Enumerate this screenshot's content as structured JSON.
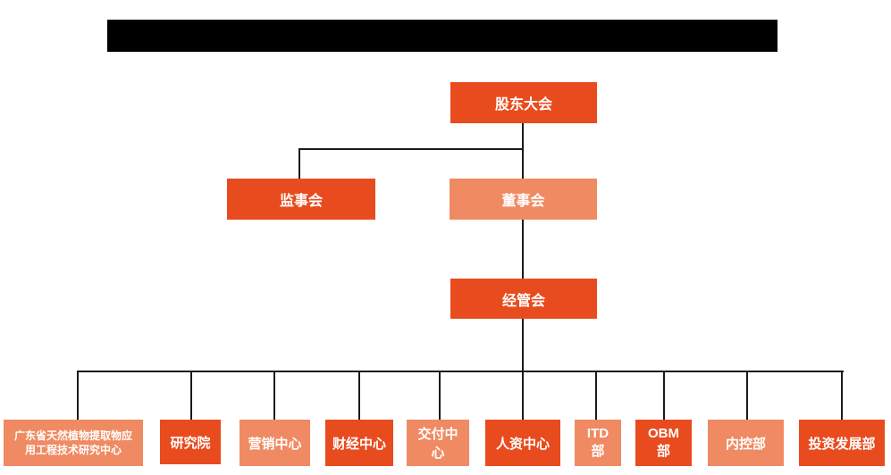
{
  "colors": {
    "primary_orange": "#E84C1E",
    "light_orange": "#EF8A62",
    "line_black": "#1A1A1A",
    "redacted_bar": "#000000",
    "background": "#FFFFFF",
    "node_text": "#FFFFFF"
  },
  "org_chart": {
    "level1": {
      "label": "股东大会"
    },
    "level2": [
      {
        "label": "监事会"
      },
      {
        "label": "董事会"
      }
    ],
    "level3": {
      "label": "经管会"
    },
    "departments": [
      {
        "label": "广东省天然植物提取物应用工程技术研究中心"
      },
      {
        "label": "研究院"
      },
      {
        "label": "营销中心"
      },
      {
        "label": "财经中心"
      },
      {
        "label": "交付中心"
      },
      {
        "label": "人资中心"
      },
      {
        "label": "ITD部"
      },
      {
        "label": "OBM部"
      },
      {
        "label": "内控部"
      },
      {
        "label": "投资发展部"
      }
    ]
  }
}
